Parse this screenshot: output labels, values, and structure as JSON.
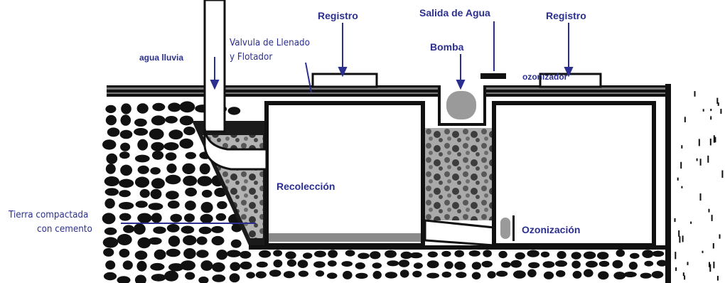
{
  "labels": {
    "registro_left": "Registro",
    "salida_agua": "Salida de Agua",
    "registro_right": "Registro",
    "valvula_line1": "Valvula de Llenado",
    "valvula_line2": "y Flotador",
    "agua_lluvia": "agua lluvia",
    "bomba": "Bomba",
    "ozonizador": "ozonizador",
    "recoleccion": "Recolección",
    "tierra_line1": "Tierra compactada",
    "tierra_line2": "con cemento",
    "ozonizacion": "Ozonización"
  },
  "colors": {
    "label_text": "#2b2f8f",
    "pointer_line": "#2b2f8f",
    "ink": "#111111",
    "slab_grey": "#7a7a7a",
    "pump": "#9a9a9a",
    "gravel": "#4a4a4a"
  }
}
